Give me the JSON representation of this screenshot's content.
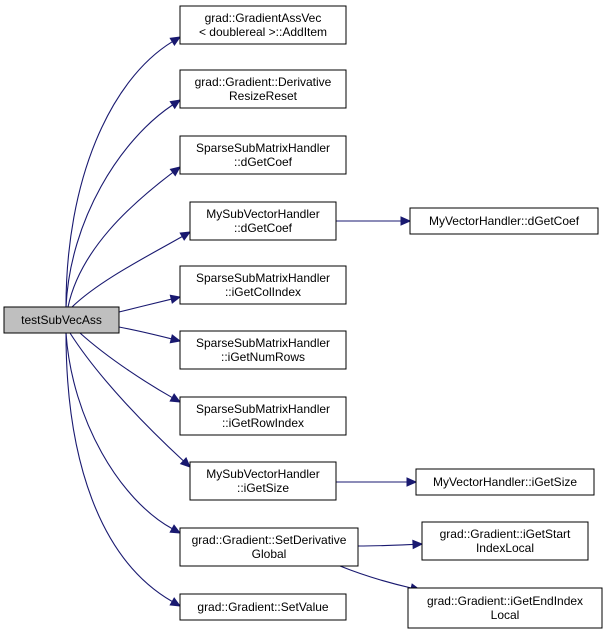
{
  "diagram": {
    "root": {
      "id": "root",
      "label": [
        "testSubVecAss"
      ]
    },
    "nodes": [
      {
        "id": "n1",
        "label": [
          "grad::GradientAssVec",
          "< doublereal >::AddItem"
        ]
      },
      {
        "id": "n2",
        "label": [
          "grad::Gradient::Derivative",
          "ResizeReset"
        ]
      },
      {
        "id": "n3",
        "label": [
          "SparseSubMatrixHandler",
          "::dGetCoef"
        ]
      },
      {
        "id": "n4",
        "label": [
          "MySubVectorHandler",
          "::dGetCoef"
        ]
      },
      {
        "id": "n5",
        "label": [
          "SparseSubMatrixHandler",
          "::iGetColIndex"
        ]
      },
      {
        "id": "n6",
        "label": [
          "SparseSubMatrixHandler",
          "::iGetNumRows"
        ]
      },
      {
        "id": "n7",
        "label": [
          "SparseSubMatrixHandler",
          "::iGetRowIndex"
        ]
      },
      {
        "id": "n8",
        "label": [
          "MySubVectorHandler",
          "::iGetSize"
        ]
      },
      {
        "id": "n9",
        "label": [
          "grad::Gradient::SetDerivative",
          "Global"
        ]
      },
      {
        "id": "n10",
        "label": [
          "grad::Gradient::SetValue"
        ]
      },
      {
        "id": "n11",
        "label": [
          "MyVectorHandler::dGetCoef"
        ]
      },
      {
        "id": "n12",
        "label": [
          "MyVectorHandler::iGetSize"
        ]
      },
      {
        "id": "n13",
        "label": [
          "grad::Gradient::iGetStart",
          "IndexLocal"
        ]
      },
      {
        "id": "n14",
        "label": [
          "grad::Gradient::iGetEndIndex",
          "Local"
        ]
      }
    ],
    "edges": [
      {
        "from": "root",
        "to": "n1"
      },
      {
        "from": "root",
        "to": "n2"
      },
      {
        "from": "root",
        "to": "n3"
      },
      {
        "from": "root",
        "to": "n4"
      },
      {
        "from": "root",
        "to": "n5"
      },
      {
        "from": "root",
        "to": "n6"
      },
      {
        "from": "root",
        "to": "n7"
      },
      {
        "from": "root",
        "to": "n8"
      },
      {
        "from": "root",
        "to": "n9"
      },
      {
        "from": "root",
        "to": "n10"
      },
      {
        "from": "n4",
        "to": "n11"
      },
      {
        "from": "n8",
        "to": "n12"
      },
      {
        "from": "n9",
        "to": "n13"
      },
      {
        "from": "n9",
        "to": "n14"
      }
    ],
    "colors": {
      "edge": "#191970",
      "root_fill": "#bfbfbf",
      "node_fill": "#ffffff",
      "node_border": "#000000"
    }
  }
}
